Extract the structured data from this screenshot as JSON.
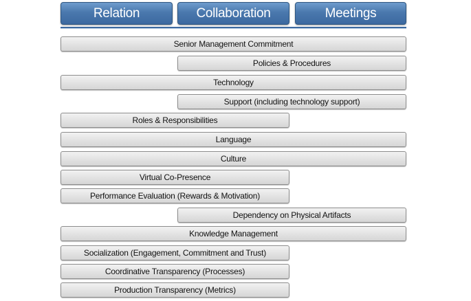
{
  "headers": {
    "relation": "Relation",
    "collaboration": "Collaboration",
    "meetings": "Meetings"
  },
  "colors": {
    "header_fill": "#4a78ad",
    "header_border": "#2e5680",
    "bar_fill": "#e2e2e2",
    "bar_border": "#8c8c8c"
  },
  "bars": [
    {
      "label": "Senior Management Commitment",
      "span": "Relation–Meetings"
    },
    {
      "label": "Policies & Procedures",
      "span": "Collaboration–Meetings"
    },
    {
      "label": "Technology",
      "span": "Relation–Meetings"
    },
    {
      "label": "Support (including technology support)",
      "span": "Collaboration–Meetings"
    },
    {
      "label": "Roles & Responsibilities",
      "span": "Relation–Collaboration"
    },
    {
      "label": "Language",
      "span": "Relation–Meetings"
    },
    {
      "label": "Culture",
      "span": "Relation–Meetings"
    },
    {
      "label": "Virtual Co-Presence",
      "span": "Relation–Collaboration"
    },
    {
      "label": "Performance Evaluation (Rewards & Motivation)",
      "span": "Relation–Collaboration"
    },
    {
      "label": "Dependency on Physical Artifacts",
      "span": "Collaboration–Meetings"
    },
    {
      "label": "Knowledge Management",
      "span": "Relation–Meetings"
    },
    {
      "label": "Socialization (Engagement, Commitment and Trust)",
      "span": "Relation–Collaboration"
    },
    {
      "label": "Coordinative Transparency (Processes)",
      "span": "Relation–Collaboration"
    },
    {
      "label": "Production Transparency (Metrics)",
      "span": "Relation–Collaboration"
    }
  ]
}
